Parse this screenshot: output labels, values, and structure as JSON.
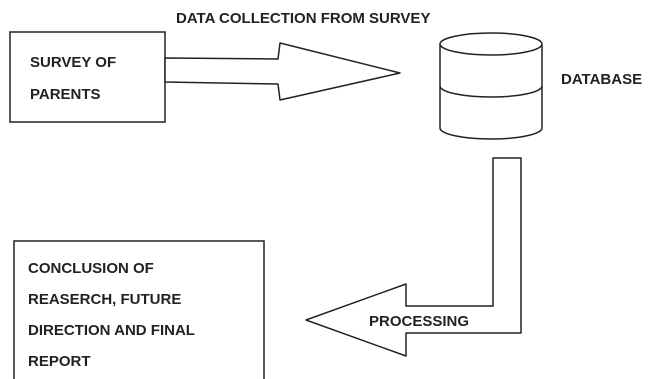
{
  "diagram": {
    "survey_box": {
      "lines": [
        "SURVEY OF",
        "PARENTS"
      ]
    },
    "arrow_top": {
      "label": "DATA COLLECTION FROM SURVEY"
    },
    "database": {
      "label": "DATABASE"
    },
    "processing_arrow": {
      "label": "PROCESSING"
    },
    "conclusion_box": {
      "lines": [
        "CONCLUSION OF",
        "REASERCH, FUTURE",
        "DIRECTION AND FINAL",
        "REPORT"
      ]
    }
  },
  "colors": {
    "stroke": "#222222",
    "text": "#222222",
    "background": "#ffffff"
  }
}
